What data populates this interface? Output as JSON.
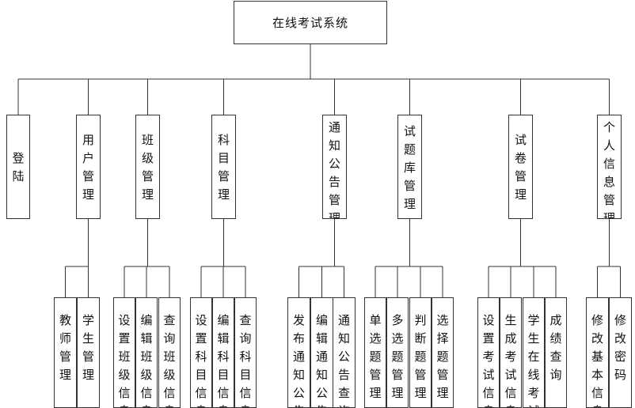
{
  "root": {
    "title": "在线考试系统"
  },
  "modules": [
    {
      "id": "login",
      "label": "登陆",
      "children": []
    },
    {
      "id": "user",
      "label": "用户管理",
      "children": [
        "教师管理",
        "学生管理"
      ]
    },
    {
      "id": "class",
      "label": "班级管理",
      "children": [
        "设置班级信息",
        "编辑班级信息",
        "查询班级信息"
      ]
    },
    {
      "id": "subject",
      "label": "科目管理",
      "children": [
        "设置科目信息",
        "编辑科目信息",
        "查询科目信息"
      ]
    },
    {
      "id": "notice",
      "label": "通知公告管理",
      "children": [
        "发布通知公告",
        "编辑通知公告",
        "通知公告查询"
      ]
    },
    {
      "id": "bank",
      "label": "试题库管理",
      "children": [
        "单选题管理",
        "多选题管理",
        "判断题管理",
        "选择题管理"
      ]
    },
    {
      "id": "paper",
      "label": "试卷管理",
      "children": [
        "设置考试信息",
        "生成考试信息",
        "学生在线考试",
        "成绩查询"
      ]
    },
    {
      "id": "personal",
      "label": "个人信息管理",
      "children": [
        "修改基本信息",
        "修改密码"
      ]
    }
  ]
}
